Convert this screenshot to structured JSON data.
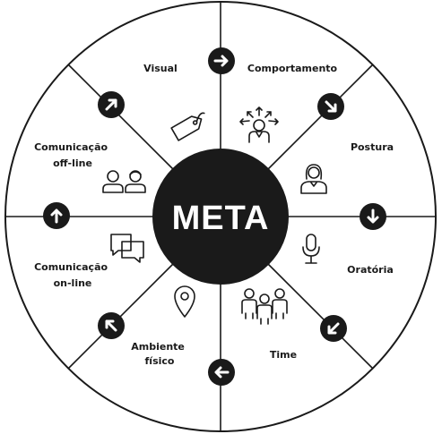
{
  "center": {
    "label": "META"
  },
  "segments": [
    {
      "key": "visual",
      "lines": [
        "Visual"
      ]
    },
    {
      "key": "comportamento",
      "lines": [
        "Comportamento"
      ]
    },
    {
      "key": "postura",
      "lines": [
        "Postura"
      ]
    },
    {
      "key": "oratoria",
      "lines": [
        "Oratória"
      ]
    },
    {
      "key": "time",
      "lines": [
        "Time"
      ]
    },
    {
      "key": "ambiente",
      "lines": [
        "Ambiente",
        "físico"
      ]
    },
    {
      "key": "online",
      "lines": [
        "Comunicação",
        "on-line"
      ]
    },
    {
      "key": "offline",
      "lines": [
        "Comunicação",
        "off-line"
      ]
    }
  ],
  "arrows": [
    {
      "name": "arrow-right-icon",
      "glyph": "→"
    },
    {
      "name": "arrow-down-right-icon",
      "glyph": "↘"
    },
    {
      "name": "arrow-down-icon",
      "glyph": "↓"
    },
    {
      "name": "arrow-down-left-icon",
      "glyph": "↙"
    },
    {
      "name": "arrow-left-icon",
      "glyph": "←"
    },
    {
      "name": "arrow-up-left-icon",
      "glyph": "↖"
    },
    {
      "name": "arrow-up-icon",
      "glyph": "↑"
    },
    {
      "name": "arrow-up-right-icon",
      "glyph": "↗"
    }
  ],
  "colors": {
    "ink": "#1a1a1a",
    "background": "#ffffff"
  }
}
